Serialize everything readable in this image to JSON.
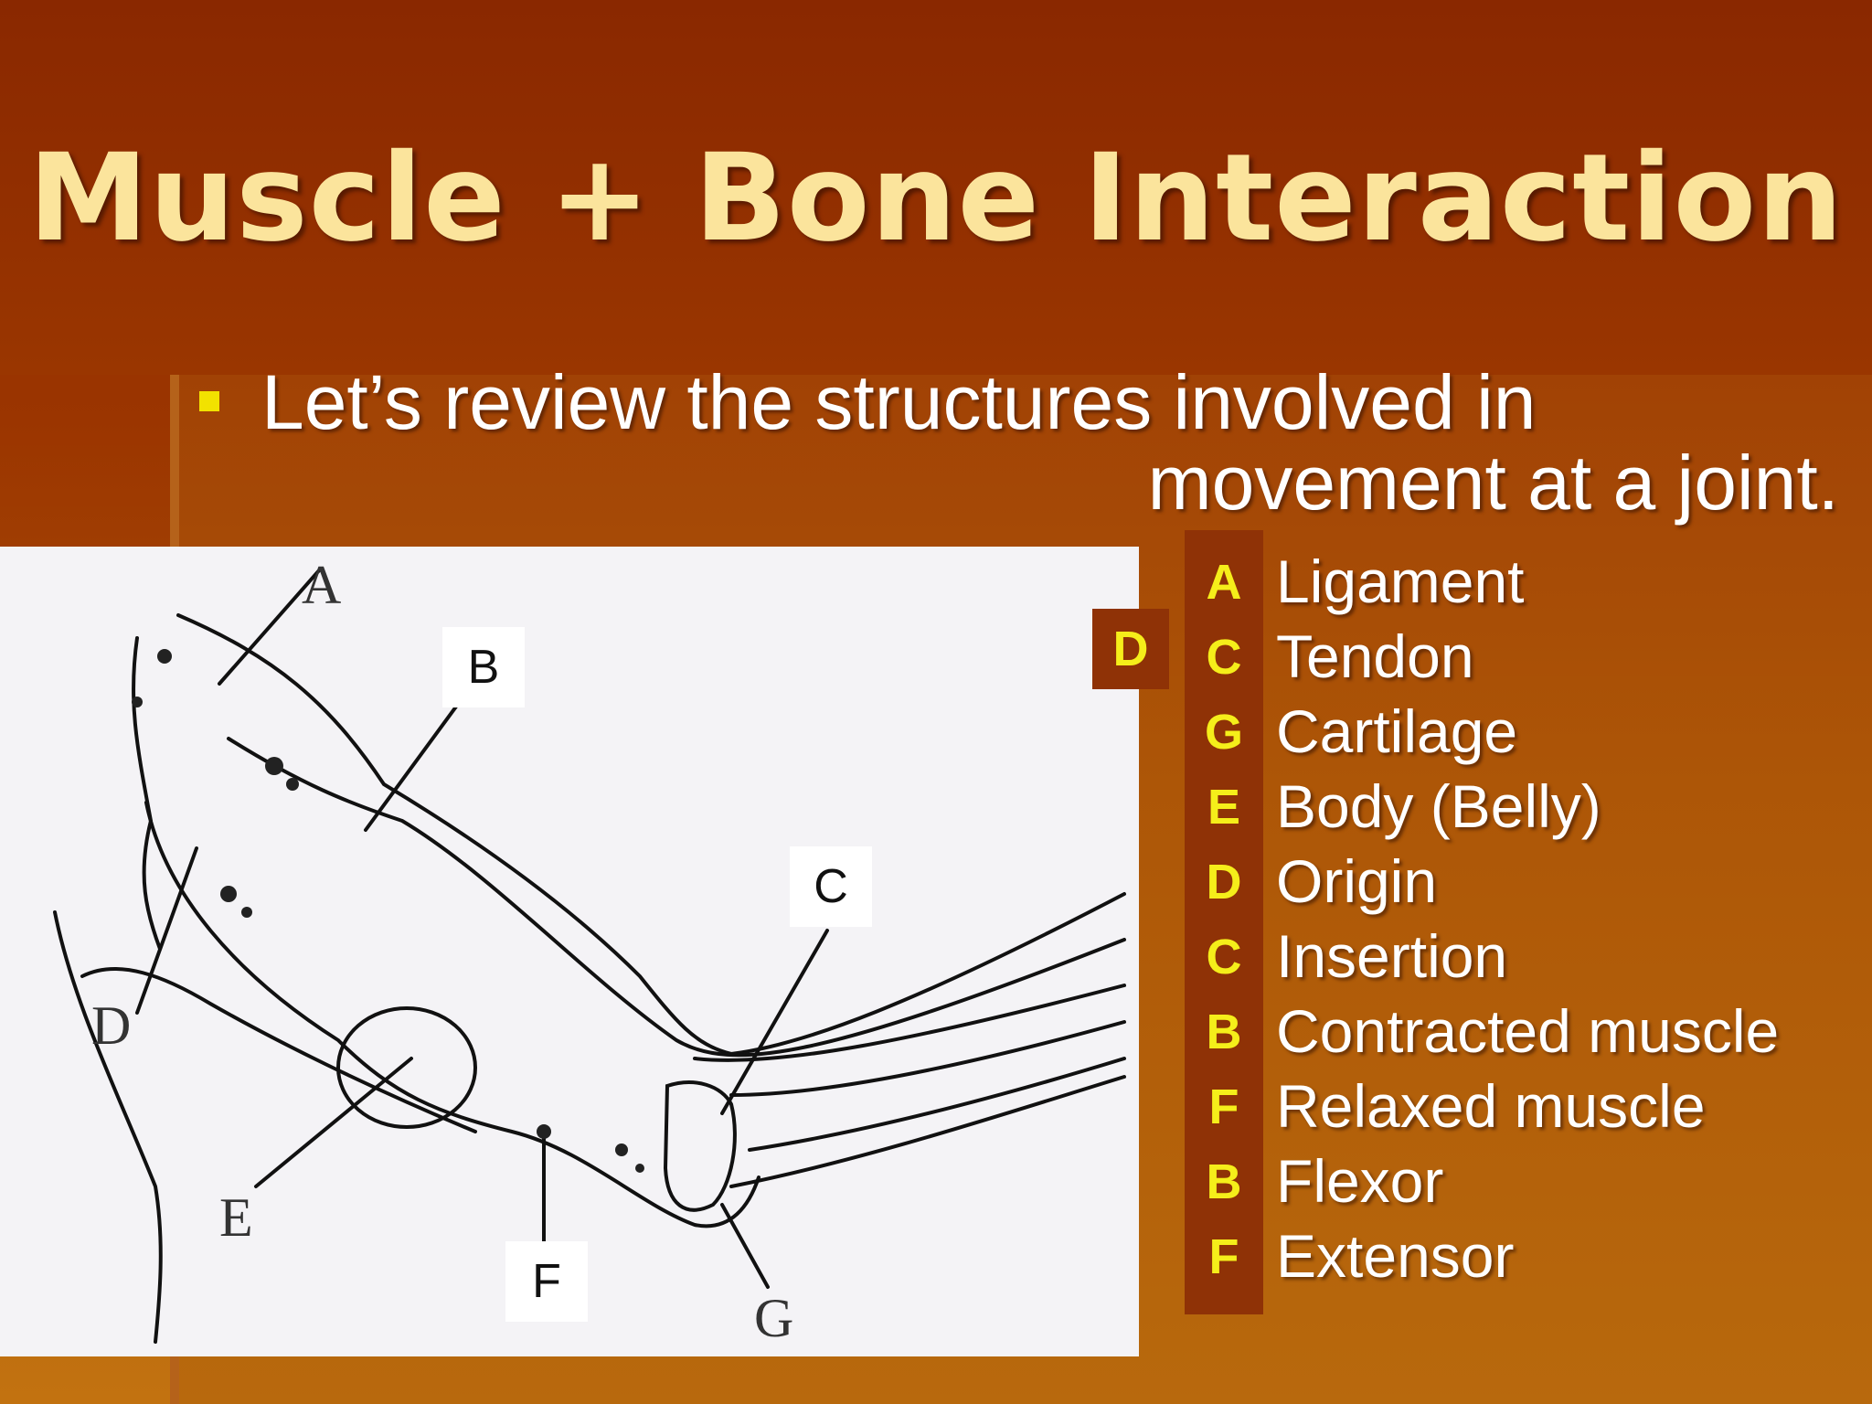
{
  "slide": {
    "title": "Muscle + Bone Interaction",
    "bullet_line1": "Let’s review the structures involved in",
    "bullet_line2": "movement at a joint."
  },
  "diagram": {
    "labels": {
      "A": "A",
      "B": "B",
      "C": "C",
      "D": "D",
      "E": "E",
      "F": "F",
      "G": "G"
    }
  },
  "floating_answer": "D",
  "key": [
    {
      "letter": "A",
      "term": "Ligament"
    },
    {
      "letter": "C",
      "term": "Tendon"
    },
    {
      "letter": "G",
      "term": "Cartilage"
    },
    {
      "letter": "E",
      "term": "Body (Belly)"
    },
    {
      "letter": "D",
      "term": "Origin"
    },
    {
      "letter": "C",
      "term": "Insertion"
    },
    {
      "letter": "B",
      "term": "Contracted muscle"
    },
    {
      "letter": "F",
      "term": "Relaxed muscle"
    },
    {
      "letter": "B",
      "term": "Flexor"
    },
    {
      "letter": "F",
      "term": "Extensor"
    }
  ],
  "colors": {
    "title": "#fbe49c",
    "answer_letters": "#f5ee1a",
    "answer_column": "#8f3206",
    "bullet": "#f2e200"
  }
}
